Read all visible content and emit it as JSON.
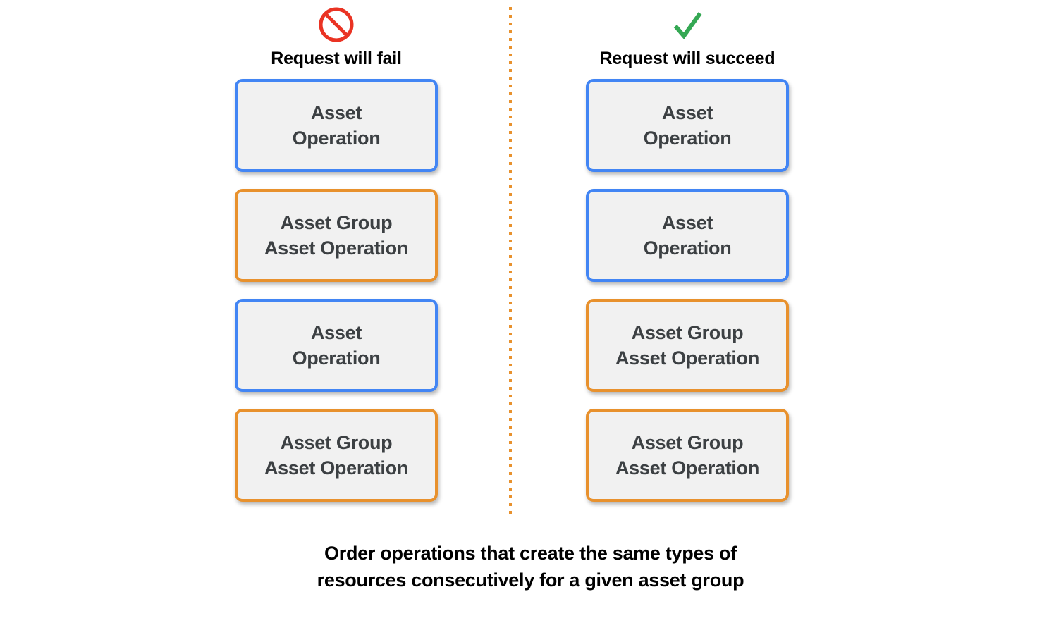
{
  "background_color": "#ffffff",
  "palette": {
    "blue_border": "#4285f4",
    "orange_border": "#e8912d",
    "card_fill": "#f1f1f1",
    "card_text": "#3c4043",
    "fail_icon": "#ea3323",
    "succeed_icon": "#34a853",
    "divider": "#e8912d"
  },
  "divider": {
    "style": "vertical-dotted-line",
    "color": "#e8912d"
  },
  "columns": [
    {
      "id": "fail",
      "icon": "prohibition-icon",
      "icon_color": "#ea3323",
      "header": "Request will fail",
      "cards": [
        {
          "accent": "blue",
          "lines": [
            "Asset",
            "Operation"
          ]
        },
        {
          "accent": "orange",
          "lines": [
            "Asset Group",
            "Asset Operation"
          ]
        },
        {
          "accent": "blue",
          "lines": [
            "Asset",
            "Operation"
          ]
        },
        {
          "accent": "orange",
          "lines": [
            "Asset Group",
            "Asset Operation"
          ]
        }
      ]
    },
    {
      "id": "succeed",
      "icon": "checkmark-icon",
      "icon_color": "#34a853",
      "header": "Request will succeed",
      "cards": [
        {
          "accent": "blue",
          "lines": [
            "Asset",
            "Operation"
          ]
        },
        {
          "accent": "blue",
          "lines": [
            "Asset",
            "Operation"
          ]
        },
        {
          "accent": "orange",
          "lines": [
            "Asset Group",
            "Asset Operation"
          ]
        },
        {
          "accent": "orange",
          "lines": [
            "Asset Group",
            "Asset Operation"
          ]
        }
      ]
    }
  ],
  "caption": {
    "line1": "Order operations that create the same types of",
    "line2": "resources consecutively for a given asset group"
  }
}
